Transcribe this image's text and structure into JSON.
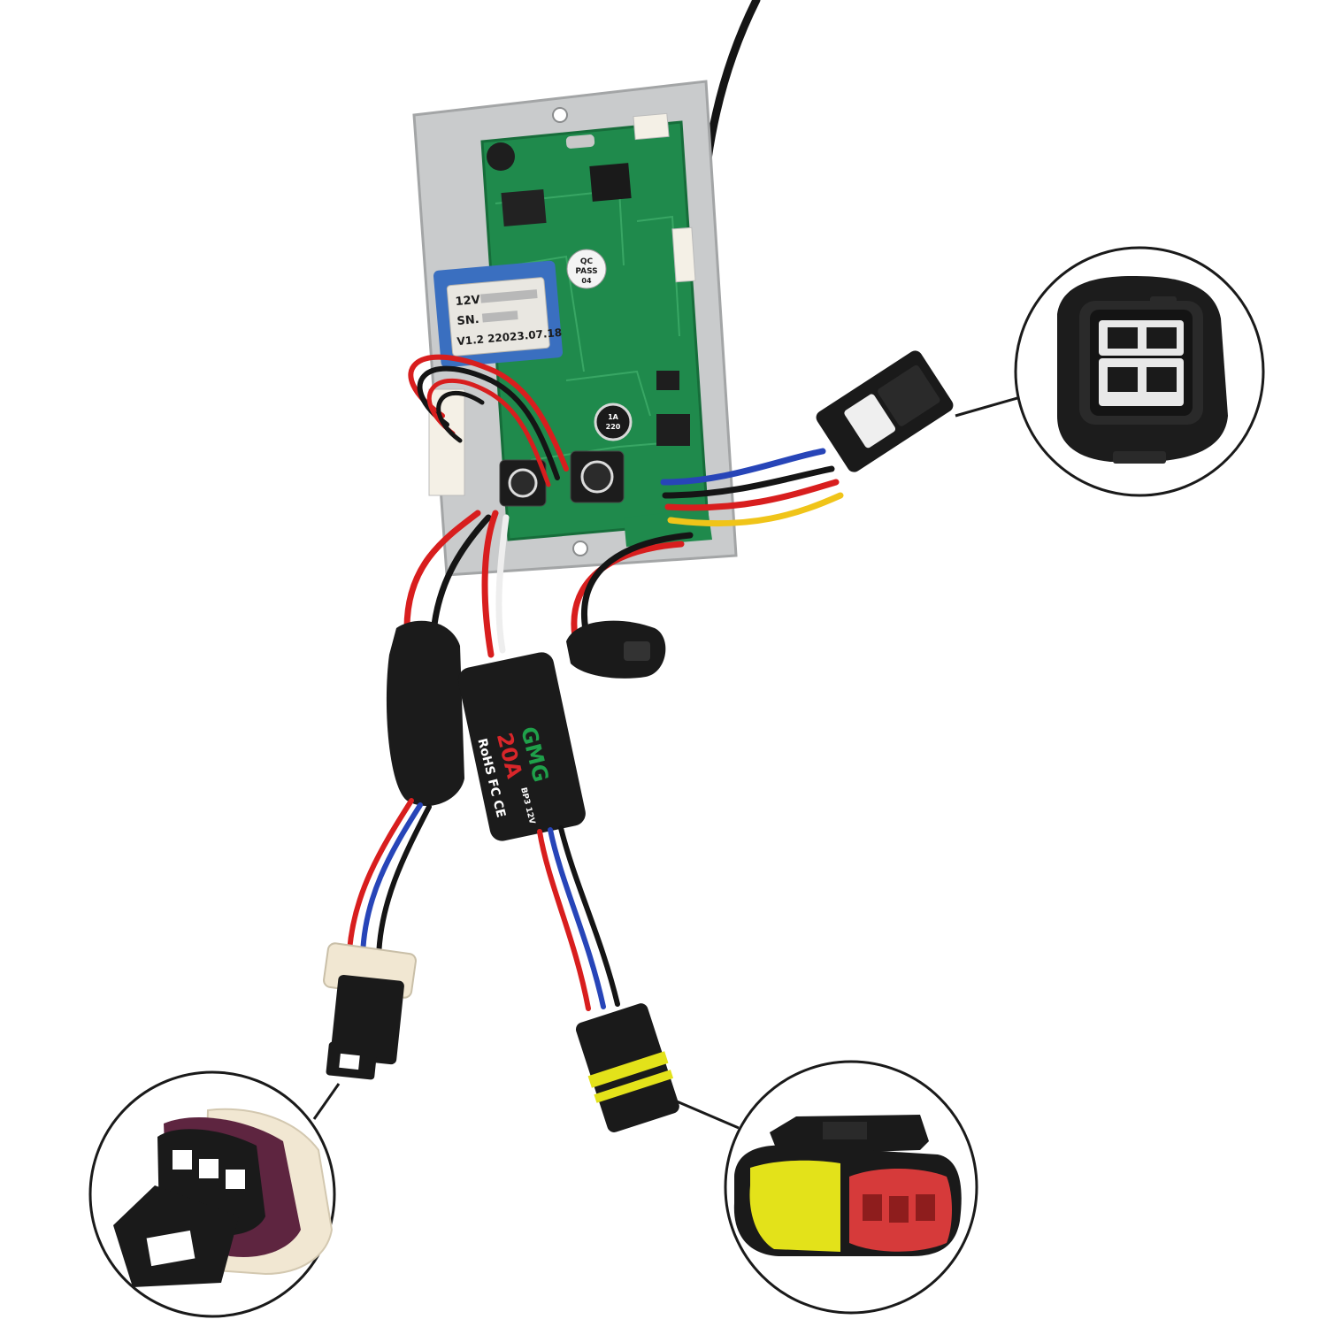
{
  "board_label": {
    "voltage": "12V",
    "serial_prefix": "SN.",
    "version": "V1.2 22023.07.18"
  },
  "qc_sticker": {
    "line1": "QC",
    "line2": "PASS",
    "line3": "04"
  },
  "capacitor_marking": {
    "line1": "1A",
    "line2": "220"
  },
  "esc_label": {
    "brand": "GMG",
    "rating": "20A",
    "spec": "BP3 12V",
    "cert": "RoHS FC CE"
  },
  "colors": {
    "background": "#ffffff",
    "pcb_green": "#1f8a4c",
    "metal_plate": "#c9cbcc",
    "wire_red": "#d81e1e",
    "wire_black": "#151515",
    "wire_blue": "#2745b8",
    "wire_yellow": "#f0c419",
    "wire_white": "#eeeeee",
    "seal_yellow": "#e3e21a",
    "housing_red": "#d63a3a",
    "gasket_purple": "#5e2540",
    "connector_beige": "#f1e7d2"
  }
}
